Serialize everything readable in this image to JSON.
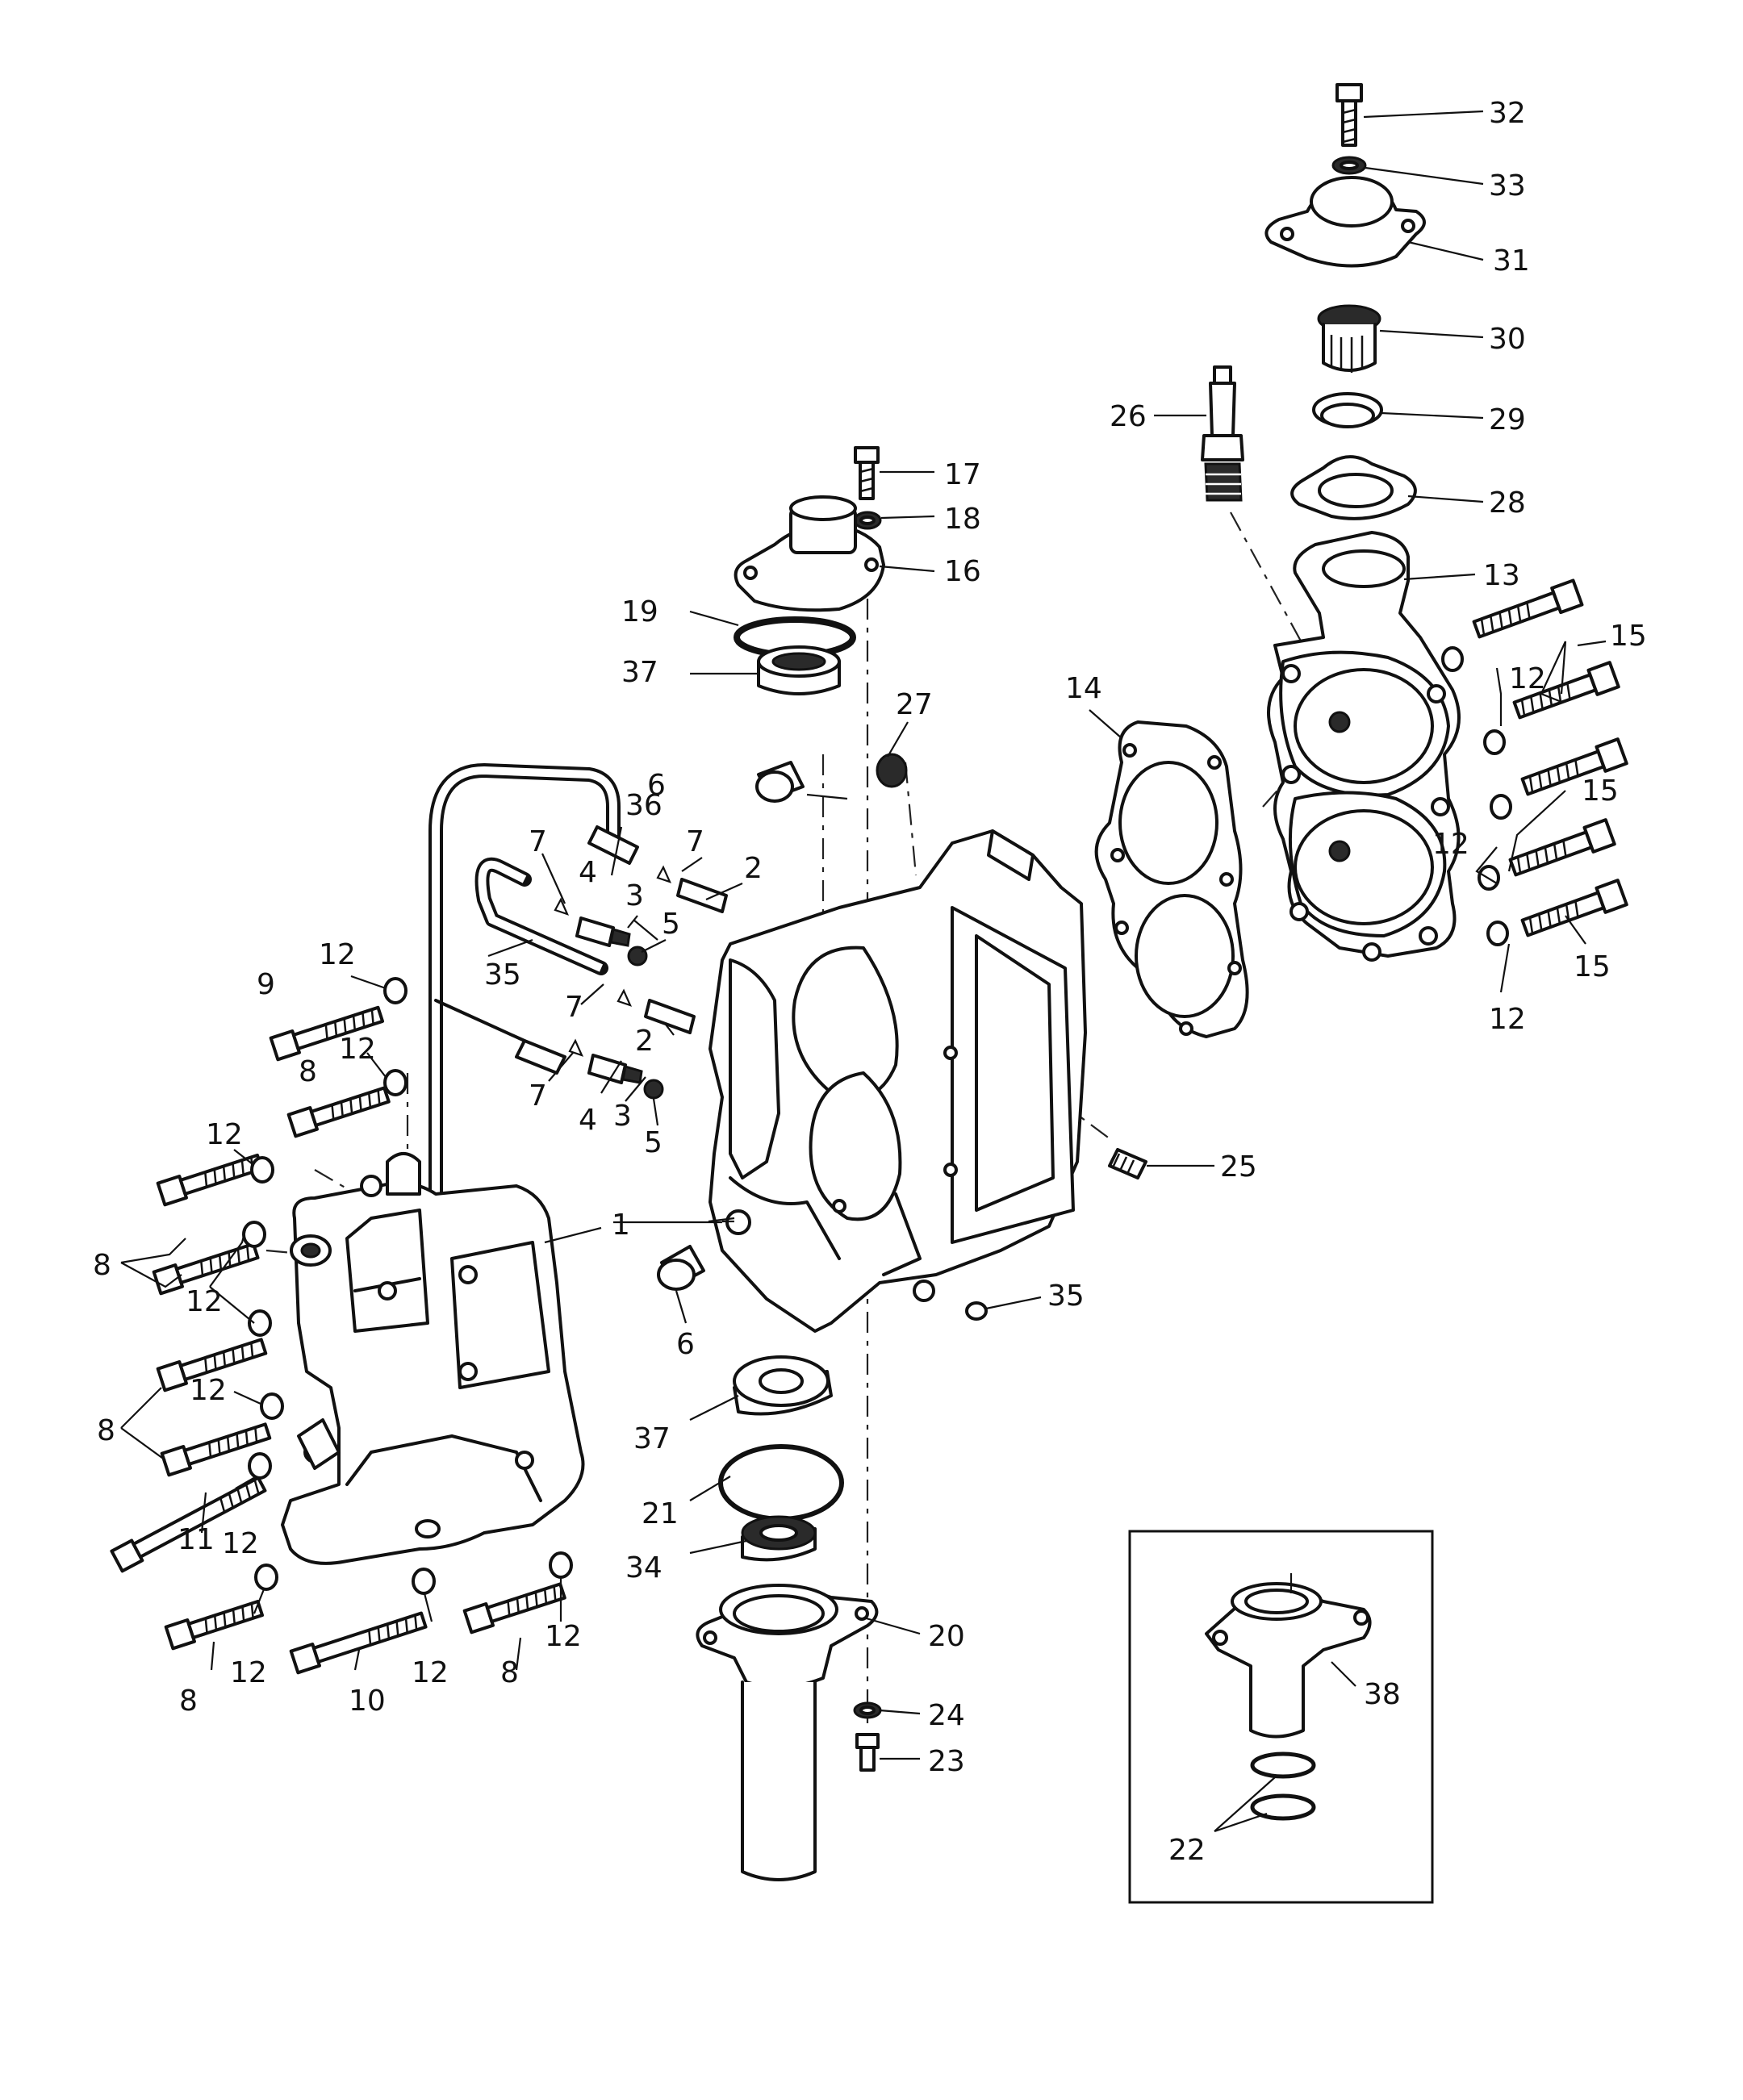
{
  "diagram": {
    "callouts": [
      "1",
      "2",
      "3",
      "4",
      "5",
      "6",
      "7",
      "8",
      "9",
      "10",
      "11",
      "12",
      "13",
      "14",
      "15",
      "16",
      "17",
      "18",
      "19",
      "20",
      "21",
      "22",
      "23",
      "24",
      "25",
      "26",
      "27",
      "28",
      "29",
      "30",
      "31",
      "32",
      "33",
      "34",
      "35",
      "36",
      "37",
      "38"
    ],
    "inset": {
      "callouts": [
        "38",
        "22"
      ]
    },
    "colors": {
      "ink": "#111111",
      "paper": "#ffffff"
    }
  }
}
